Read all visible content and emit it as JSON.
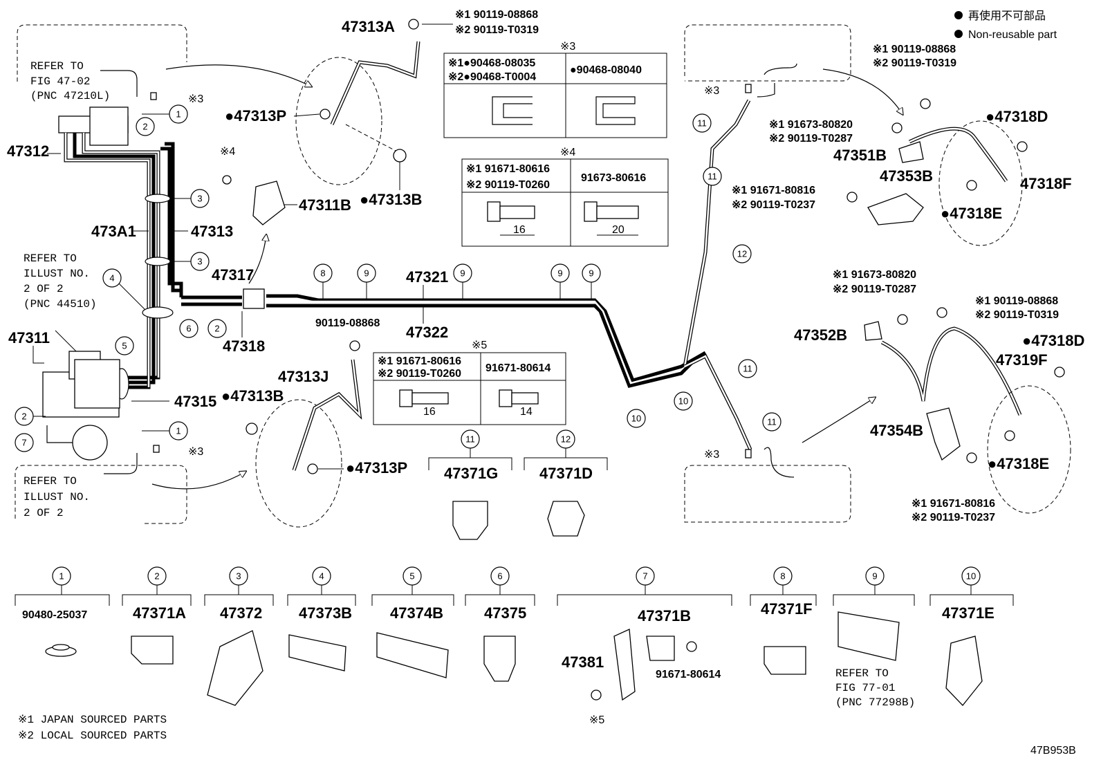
{
  "legend": {
    "jp": "再使用不可部品",
    "en": "Non-reusable part"
  },
  "notes": {
    "note1": "※1 JAPAN SOURCED PARTS",
    "note2": "※2 LOCAL SOURCED PARTS"
  },
  "diagram_code": "47B953B",
  "refs": {
    "fig4702": [
      "REFER TO",
      "FIG 47-02",
      "(PNC 47210L)"
    ],
    "illust2a": [
      "REFER TO",
      "ILLUST NO.",
      "2 OF 2",
      "(PNC 44510)"
    ],
    "illust2b": [
      "REFER TO",
      "ILLUST NO.",
      "2 OF 2"
    ],
    "fig7701": [
      "REFER TO",
      "FIG 77-01",
      "(PNC 77298B)"
    ]
  },
  "labels": {
    "p47313A": "47313A",
    "p47313P_a": "●47313P",
    "p47313B_a": "●47313B",
    "p47312": "47312",
    "p47311B": "47311B",
    "p473A1": "473A1",
    "p47313": "47313",
    "p47317": "47317",
    "p47318": "47318",
    "p47321": "47321",
    "p47322": "47322",
    "p47311": "47311",
    "p47315": "47315",
    "p47313J": "47313J",
    "p47313B_b": "●47313B",
    "p47313P_b": "●47313P",
    "p47371G": "47371G",
    "p47371D": "47371D",
    "p47318D_a": "●47318D",
    "p47351B": "47351B",
    "p47353B": "47353B",
    "p47318F": "47318F",
    "p47318E_a": "●47318E",
    "p47352B": "47352B",
    "p47318D_b": "●47318D",
    "p47319F": "47319F",
    "p47354B": "47354B",
    "p47318E_b": "●47318E",
    "p90119_08868": "90119-08868",
    "p47381": "47381",
    "p91671_80614": "91671-80614"
  },
  "bolts": {
    "top1": "※1 90119-08868",
    "top2": "※2 90119-T0319",
    "r_top1": "※1 90119-08868",
    "r_top2": "※2 90119-T0319",
    "r_a1": "※1 91673-80820",
    "r_a2": "※2 90119-T0287",
    "r_b1": "※1 91671-80816",
    "r_b2": "※2 90119-T0237",
    "r_c1": "※1 91673-80820",
    "r_c2": "※2 90119-T0287",
    "r_d1": "※1 90119-08868",
    "r_d2": "※2 90119-T0319",
    "r_e1": "※1 91671-80816",
    "r_e2": "※2 90119-T0237"
  },
  "tables": {
    "t3": {
      "title": "※3",
      "c1a": "※1●90468-08035",
      "c1b": "※2●90468-T0004",
      "c2": "●90468-08040"
    },
    "t4": {
      "title": "※4",
      "c1a": "※1 91671-80616",
      "c1b": "※2 90119-T0260",
      "c2": "91673-80616",
      "d1": "16",
      "d2": "20"
    },
    "t5": {
      "title": "※5",
      "c1a": "※1 91671-80616",
      "c1b": "※2 90119-T0260",
      "c2": "91671-80614",
      "d1": "16",
      "d2": "14"
    }
  },
  "marks": {
    "m3": "※3",
    "m4": "※4",
    "m5": "※5"
  },
  "bottom_parts": [
    {
      "n": "1",
      "code": "90480-25037"
    },
    {
      "n": "2",
      "code": "47371A"
    },
    {
      "n": "3",
      "code": "47372"
    },
    {
      "n": "4",
      "code": "47373B"
    },
    {
      "n": "5",
      "code": "47374B"
    },
    {
      "n": "6",
      "code": "47375"
    },
    {
      "n": "7",
      "code": "47371B"
    },
    {
      "n": "8",
      "code": "47371F"
    },
    {
      "n": "9",
      "code": ""
    },
    {
      "n": "10",
      "code": "47371E"
    }
  ],
  "callout_11": "11",
  "callout_12": "12",
  "numbers": [
    "1",
    "2",
    "3",
    "4",
    "5",
    "6",
    "7",
    "8",
    "9",
    "10",
    "11",
    "12"
  ]
}
